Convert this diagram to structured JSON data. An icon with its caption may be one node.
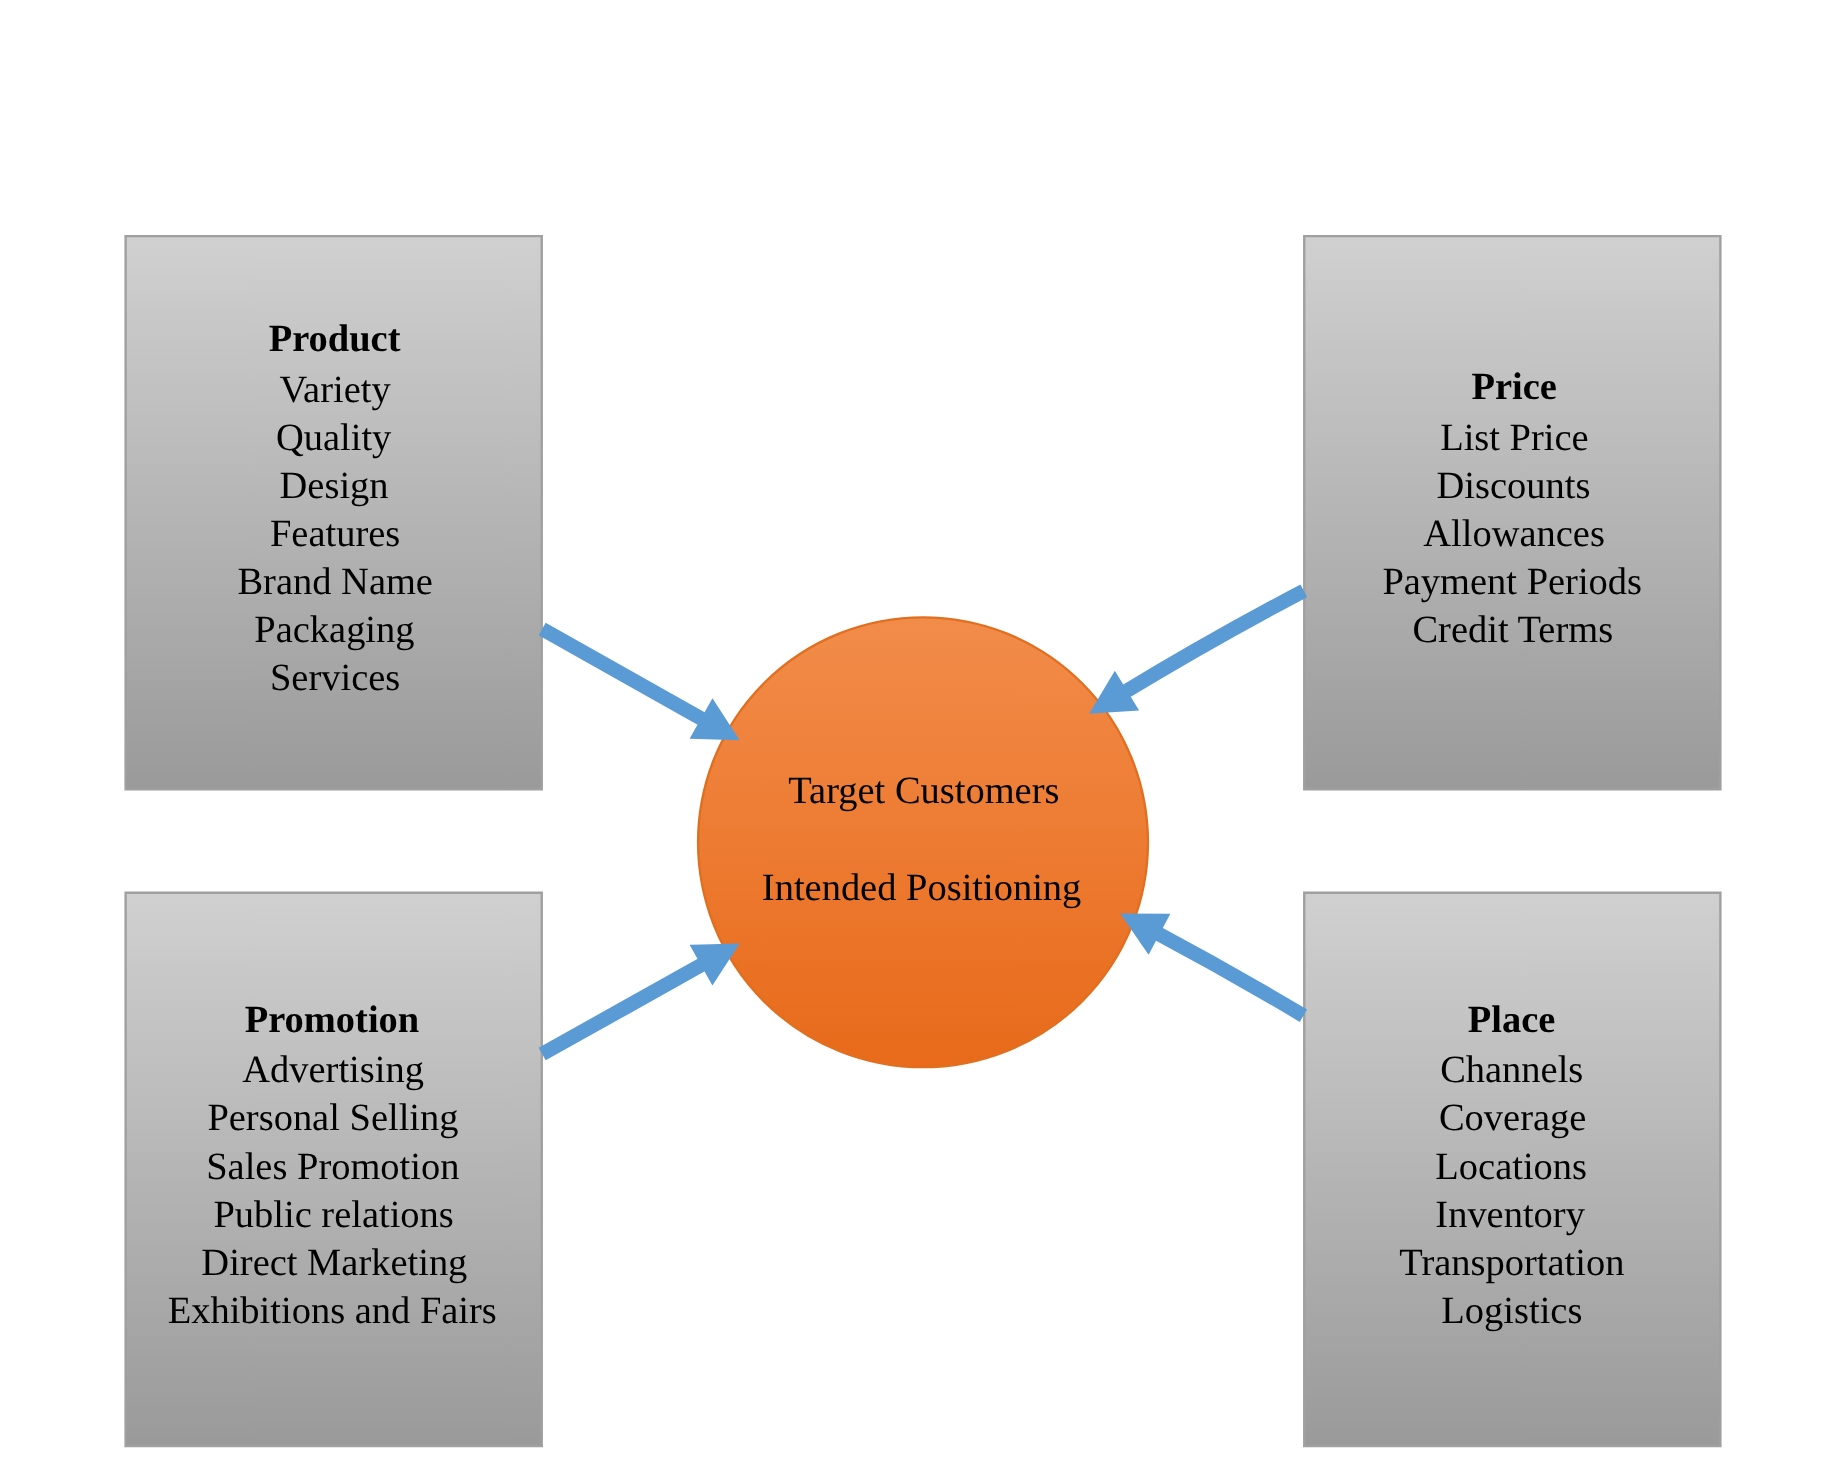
{
  "diagram": {
    "nodes": [
      {
        "text": [
          "Product",
          "Variety",
          "Quality",
          "Design",
          "Features",
          "Brand Name",
          "Packaging",
          "Services"
        ]
      },
      {
        "text": [
          "Price",
          "List Price",
          "Discounts",
          "Allowances",
          "Payment Periods",
          "Credit Terms"
        ]
      },
      {
        "text": [
          "Promotion",
          "Advertising",
          "Personal Selling",
          "Sales Promotion",
          "Public relations",
          "Direct Marketing",
          "Exhibitions and Fairs"
        ]
      },
      {
        "text": [
          "Place",
          "Channels",
          "Coverage",
          "Locations",
          "Inventory",
          "Transportation",
          "Logistics"
        ]
      },
      {
        "text": [
          "Target Customers",
          "Intended Positioning"
        ]
      }
    ],
    "edges": [
      {
        "from": 0,
        "to": 4,
        "arrow": "to"
      },
      {
        "from": 1,
        "to": 4,
        "arrow": "to"
      },
      {
        "from": 2,
        "to": 4,
        "arrow": "to"
      },
      {
        "from": 3,
        "to": 4,
        "arrow": "to"
      }
    ]
  }
}
